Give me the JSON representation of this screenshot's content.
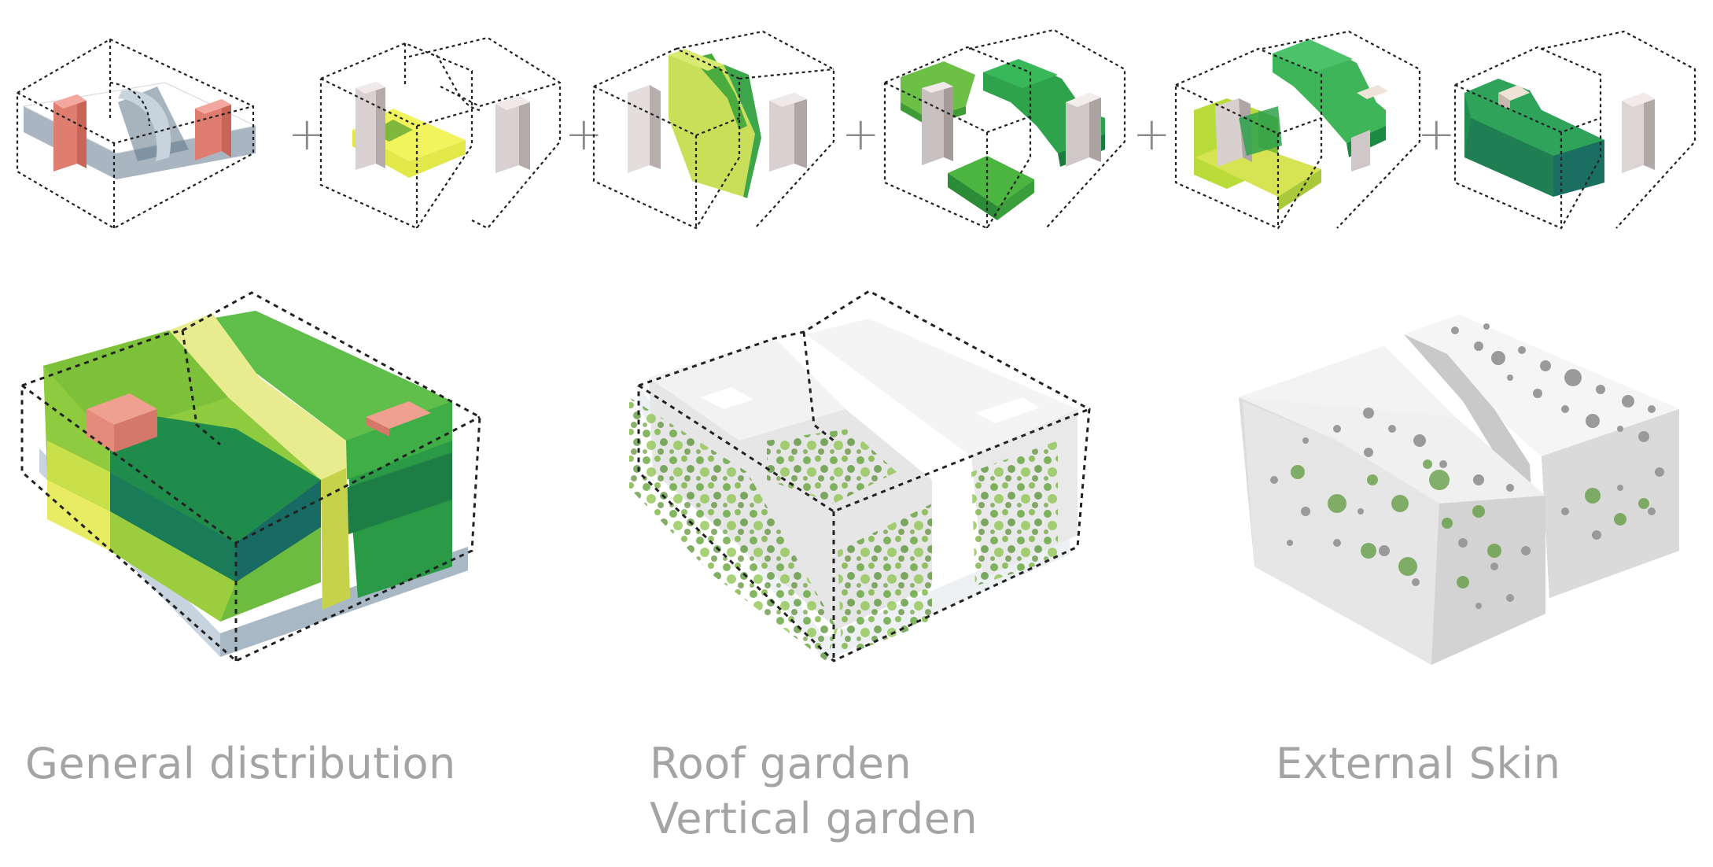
{
  "operators": [
    "+",
    "+",
    "+",
    "+",
    "+"
  ],
  "captions": {
    "general": "General distribution",
    "roof": "Roof garden",
    "vertical": "Vertical garden",
    "skin": "External Skin"
  },
  "colors": {
    "salmon": "#e98a7e",
    "yellow": "#eef05a",
    "lime": "#b8d84a",
    "light_green": "#8cc63f",
    "green": "#4fb53b",
    "dark_green": "#1f8c4c",
    "teal": "#1b6e67",
    "grey": "#d9d4d4",
    "base": "#c8d3dc"
  }
}
